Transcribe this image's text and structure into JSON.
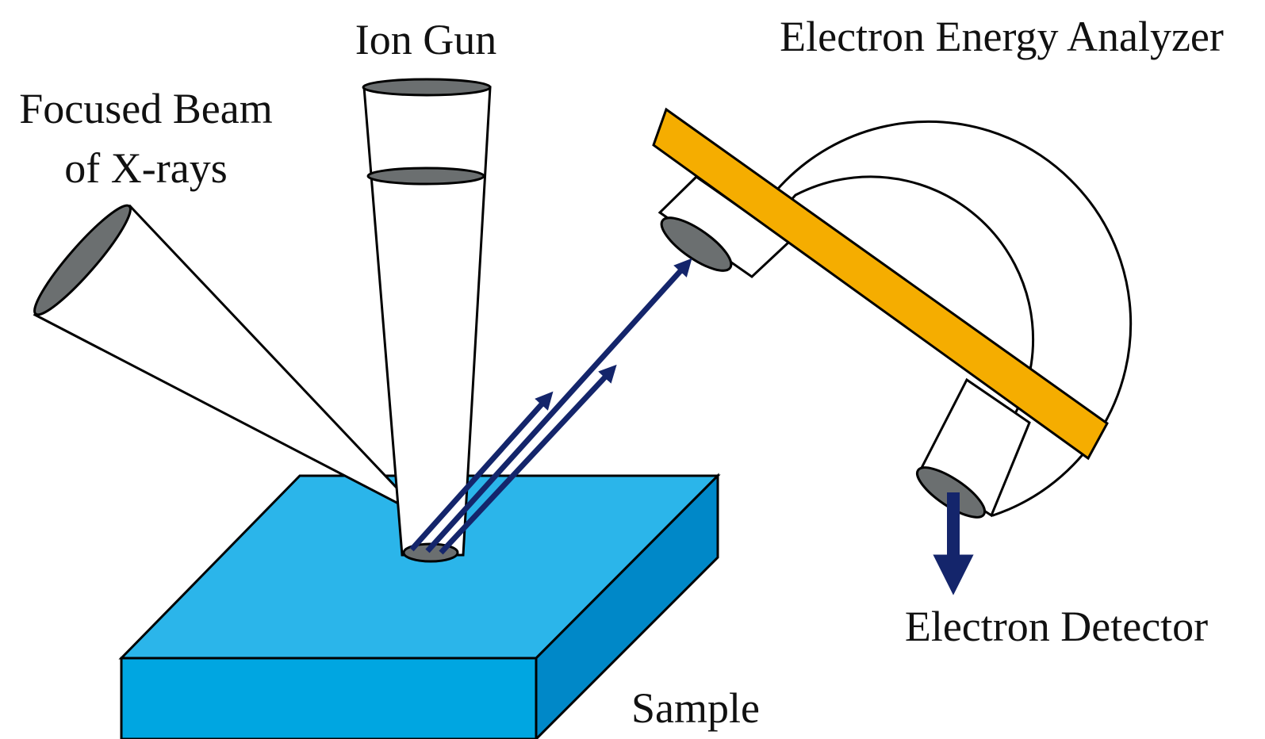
{
  "labels": {
    "ion_gun": "Ion Gun",
    "electron_energy_analyzer": "Electron Energy Analyzer",
    "focused_beam_line1": "Focused Beam",
    "focused_beam_line2": "of X-rays",
    "electron_detector": "Electron Detector",
    "sample": "Sample"
  },
  "colors": {
    "sample_top": "#2bb5ea",
    "sample_front": "#00a6e1",
    "sample_side": "#0088c8",
    "analyzer_bar": "#f5ad00",
    "arrows": "#14256b",
    "aperture": "#6b6f70"
  }
}
